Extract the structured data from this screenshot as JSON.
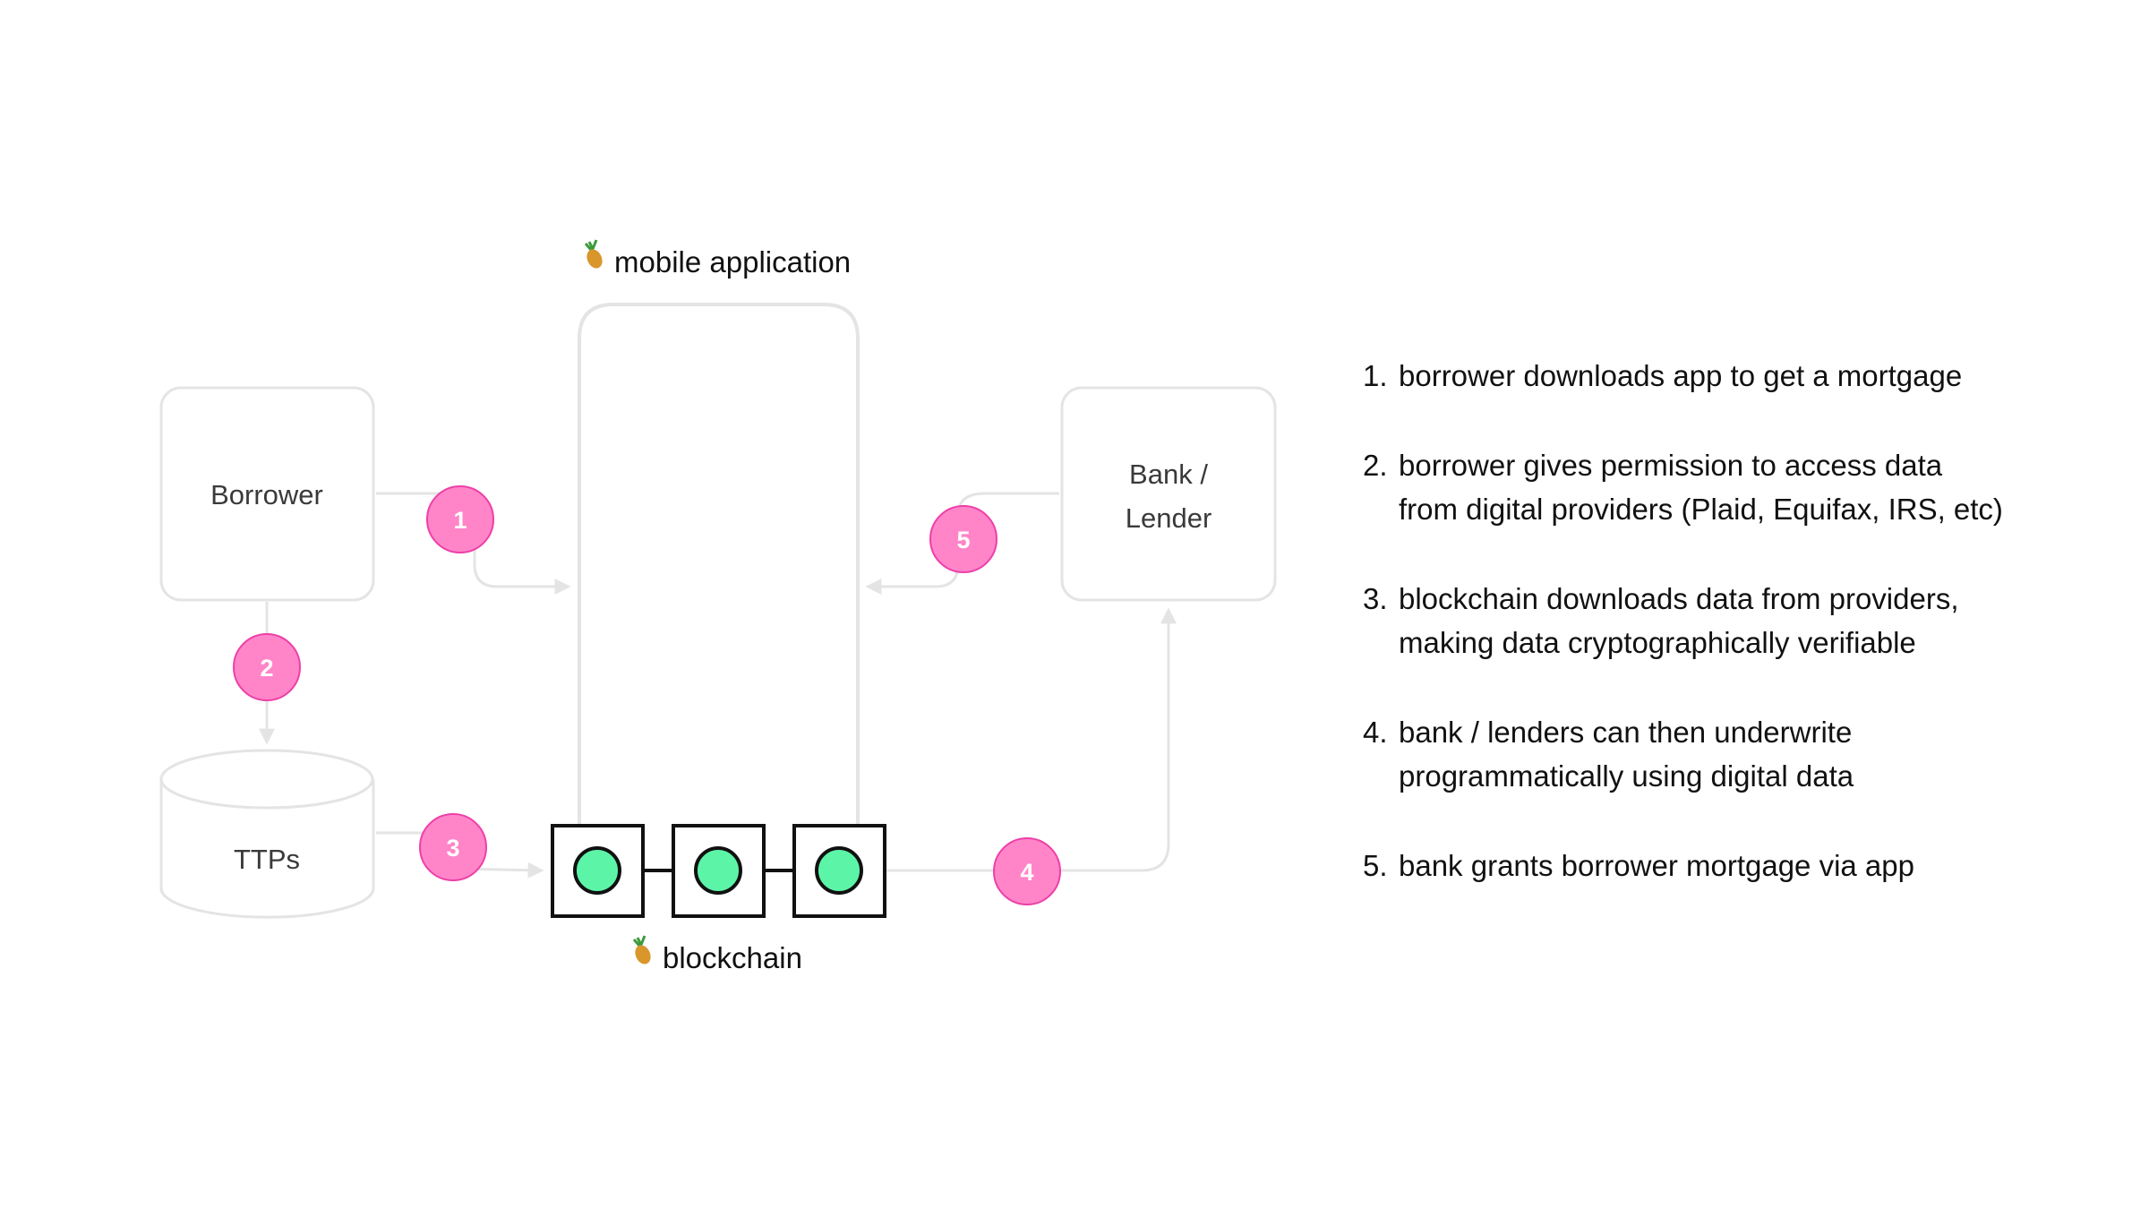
{
  "diagram": {
    "app_label": "mobile application",
    "app_icon": "pineapple-icon",
    "chain_label": "blockchain",
    "chain_icon": "pineapple-icon",
    "borrower": "Borrower",
    "bank_line1": "Bank /",
    "bank_line2": "Lender",
    "ttps": "TTPs",
    "badges": [
      "1",
      "2",
      "3",
      "4",
      "5"
    ],
    "colors": {
      "badge_fill": "#ff85c8",
      "badge_stroke": "#ee3fa8",
      "block_dot": "#5cf5a8",
      "box_border": "#e4e4e4",
      "connector": "#e4e4e4",
      "block_border": "#111111"
    }
  },
  "steps": [
    {
      "num": "1.",
      "text": "borrower downloads app to get a mortgage"
    },
    {
      "num": "2.",
      "text": "borrower gives permission to access data\nfrom digital providers (Plaid, Equifax, IRS, etc)"
    },
    {
      "num": "3.",
      "text": "blockchain downloads data from providers,\nmaking data cryptographically verifiable"
    },
    {
      "num": "4.",
      "text": "bank / lenders can then underwrite\nprogrammatically using digital data"
    },
    {
      "num": "5.",
      "text": "bank grants borrower mortgage via app"
    }
  ]
}
